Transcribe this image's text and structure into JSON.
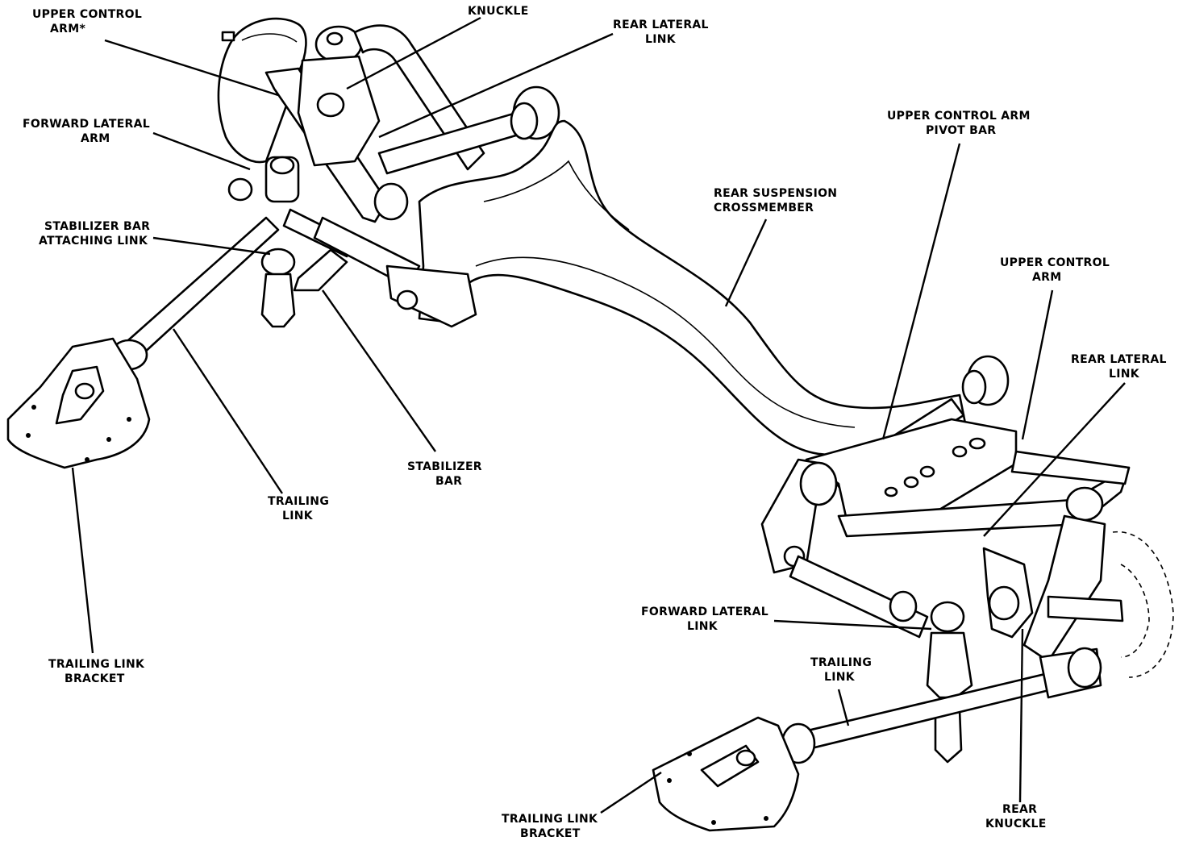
{
  "labels": {
    "upper_control_arm_l1": "UPPER CONTROL",
    "upper_control_arm_l2": "ARM*",
    "knuckle": "KNUCKLE",
    "rear_lateral_link_top_l1": "REAR LATERAL",
    "rear_lateral_link_top_l2": "LINK",
    "forward_lateral_arm_l1": "FORWARD LATERAL",
    "forward_lateral_arm_l2": "ARM",
    "stabilizer_link_l1": "STABILIZER BAR",
    "stabilizer_link_l2": "ATTACHING LINK",
    "ucapb_l1": "UPPER CONTROL ARM",
    "ucapb_l2": "PIVOT BAR",
    "crossmember_l1": "REAR SUSPENSION",
    "crossmember_l2": "CROSSMEMBER",
    "upper_control_arm_right_l1": "UPPER CONTROL",
    "upper_control_arm_right_l2": "ARM",
    "rear_lateral_link_right_l1": "REAR LATERAL",
    "rear_lateral_link_right_l2": "LINK",
    "stabilizer_bar_l1": "STABILIZER",
    "stabilizer_bar_l2": "BAR",
    "trailing_link_left_l1": "TRAILING",
    "trailing_link_left_l2": "LINK",
    "trailing_link_bracket_left_l1": "TRAILING LINK",
    "trailing_link_bracket_left_l2": "BRACKET",
    "forward_lateral_link_l1": "FORWARD LATERAL",
    "forward_lateral_link_l2": "LINK",
    "trailing_link_right_l1": "TRAILING",
    "trailing_link_right_l2": "LINK",
    "trailing_link_bracket_right_l1": "TRAILING LINK",
    "trailing_link_bracket_right_l2": "BRACKET",
    "rear_knuckle_l1": "REAR",
    "rear_knuckle_l2": "KNUCKLE"
  },
  "colors": {
    "ink": "#000000",
    "paper": "#ffffff"
  }
}
